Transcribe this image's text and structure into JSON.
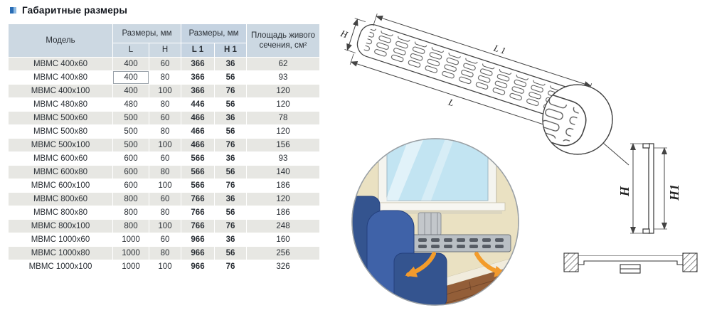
{
  "page": {
    "title": "Габаритные размеры"
  },
  "table": {
    "headers": {
      "model": "Модель",
      "dims_outer": "Размеры, мм",
      "dims_inner": "Размеры, мм",
      "area": "Площадь живого сечения, см²",
      "col_l": "L",
      "col_h": "H",
      "col_l1": "L 1",
      "col_h1": "H 1"
    },
    "selected_cell": {
      "row": 1,
      "field": "l"
    },
    "rows": [
      {
        "model": "МВМС 400x60",
        "l": "400",
        "h": "60",
        "l1": "366",
        "h1": "36",
        "area": "62"
      },
      {
        "model": "МВМС 400x80",
        "l": "400",
        "h": "80",
        "l1": "366",
        "h1": "56",
        "area": "93"
      },
      {
        "model": "МВМС 400x100",
        "l": "400",
        "h": "100",
        "l1": "366",
        "h1": "76",
        "area": "120"
      },
      {
        "model": "МВМС 480x80",
        "l": "480",
        "h": "80",
        "l1": "446",
        "h1": "56",
        "area": "120"
      },
      {
        "model": "МВМС 500x60",
        "l": "500",
        "h": "60",
        "l1": "466",
        "h1": "36",
        "area": "78"
      },
      {
        "model": "МВМС 500x80",
        "l": "500",
        "h": "80",
        "l1": "466",
        "h1": "56",
        "area": "120"
      },
      {
        "model": "МВМС 500x100",
        "l": "500",
        "h": "100",
        "l1": "466",
        "h1": "76",
        "area": "156"
      },
      {
        "model": "МВМС 600x60",
        "l": "600",
        "h": "60",
        "l1": "566",
        "h1": "36",
        "area": "93"
      },
      {
        "model": "МВМС 600x80",
        "l": "600",
        "h": "80",
        "l1": "566",
        "h1": "56",
        "area": "140"
      },
      {
        "model": "МВМС 600x100",
        "l": "600",
        "h": "100",
        "l1": "566",
        "h1": "76",
        "area": "186"
      },
      {
        "model": "МВМС 800x60",
        "l": "800",
        "h": "60",
        "l1": "766",
        "h1": "36",
        "area": "120"
      },
      {
        "model": "МВМС 800x80",
        "l": "800",
        "h": "80",
        "l1": "766",
        "h1": "56",
        "area": "186"
      },
      {
        "model": "МВМС 800x100",
        "l": "800",
        "h": "100",
        "l1": "766",
        "h1": "76",
        "area": "248"
      },
      {
        "model": "МВМС 1000x60",
        "l": "1000",
        "h": "60",
        "l1": "966",
        "h1": "36",
        "area": "160"
      },
      {
        "model": "МВМС 1000x80",
        "l": "1000",
        "h": "80",
        "l1": "966",
        "h1": "56",
        "area": "256"
      },
      {
        "model": "МВМС 1000x100",
        "l": "1000",
        "h": "100",
        "l1": "966",
        "h1": "76",
        "area": "326"
      }
    ]
  },
  "drawings": {
    "grille": {
      "label_l1": "L 1",
      "label_l": "L",
      "label_h": "H"
    },
    "profile": {
      "label_h": "H",
      "label_h1": "H1"
    }
  }
}
